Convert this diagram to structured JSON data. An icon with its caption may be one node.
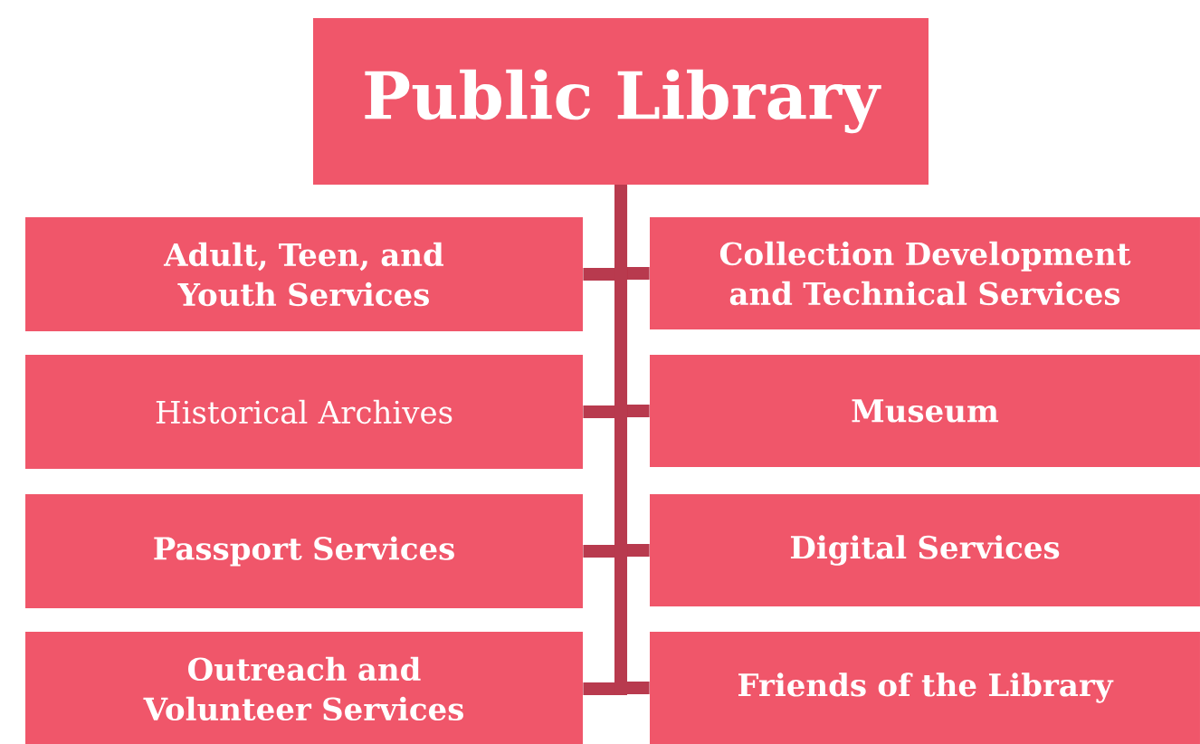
{
  "diagram": {
    "nodes": [
      {
        "text": [
          "Public Library"
        ]
      },
      {
        "text": [
          "Adult, Teen, and Youth Services"
        ]
      },
      {
        "text": [
          "Collection Development and Technical Services"
        ]
      },
      {
        "text": [
          "Historical Archives"
        ]
      },
      {
        "text": [
          "Museum"
        ]
      },
      {
        "text": [
          "Passport Services"
        ]
      },
      {
        "text": [
          "Digital Services"
        ]
      },
      {
        "text": [
          "Outreach and Volunteer Services"
        ]
      },
      {
        "text": [
          "Friends of the Library"
        ]
      }
    ],
    "edges": [
      {
        "from": 0,
        "to": 1,
        "arrow": "none"
      },
      {
        "from": 0,
        "to": 2,
        "arrow": "none"
      },
      {
        "from": 0,
        "to": 3,
        "arrow": "none"
      },
      {
        "from": 0,
        "to": 4,
        "arrow": "none"
      },
      {
        "from": 0,
        "to": 5,
        "arrow": "none"
      },
      {
        "from": 0,
        "to": 6,
        "arrow": "none"
      },
      {
        "from": 0,
        "to": 7,
        "arrow": "none"
      },
      {
        "from": 0,
        "to": 8,
        "arrow": "none"
      }
    ]
  }
}
